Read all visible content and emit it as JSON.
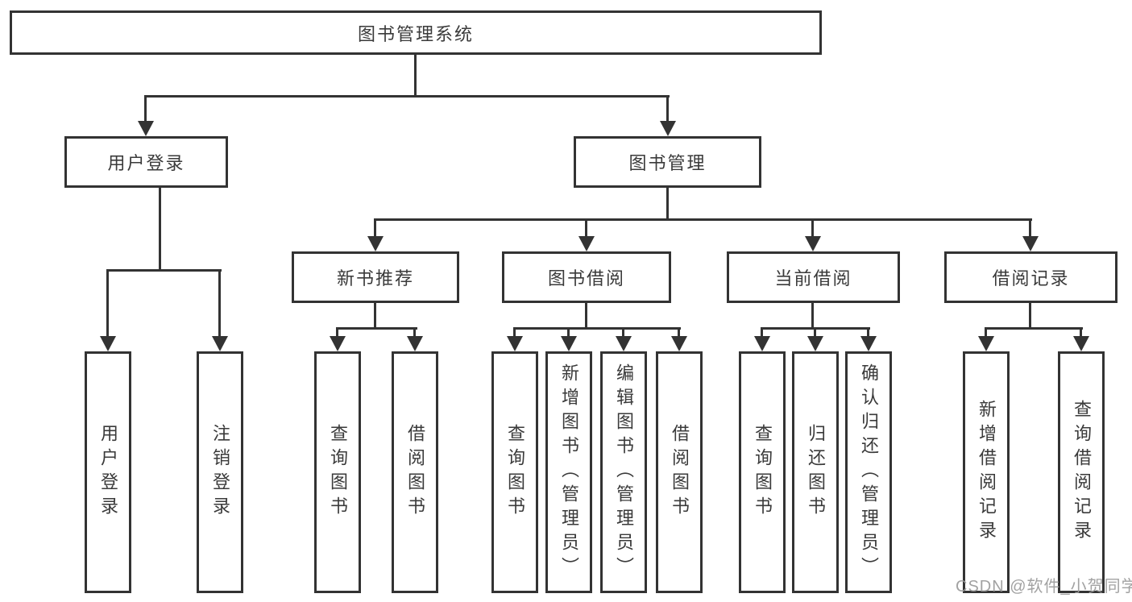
{
  "tree": {
    "root": "图书管理系统",
    "branches": [
      {
        "label": "用户登录",
        "leaves": [
          "用户登录",
          "注销登录"
        ]
      },
      {
        "label": "图书管理",
        "groups": [
          {
            "label": "新书推荐",
            "leaves": [
              "查询图书",
              "借阅图书"
            ]
          },
          {
            "label": "图书借阅",
            "leaves": [
              "查询图书",
              "新增图书（管理员）",
              "编辑图书（管理员）",
              "借阅图书"
            ]
          },
          {
            "label": "当前借阅",
            "leaves": [
              "查询图书",
              "归还图书",
              "确认归还（管理员）"
            ]
          },
          {
            "label": "借阅记录",
            "leaves": [
              "新增借阅记录",
              "查询借阅记录"
            ]
          }
        ]
      }
    ]
  },
  "watermark": "CSDN @软件_小贺同学",
  "colors": {
    "line": "#333333",
    "text": "#3a3a3a",
    "background": "#ffffff",
    "watermark": "#9a9a9a"
  }
}
